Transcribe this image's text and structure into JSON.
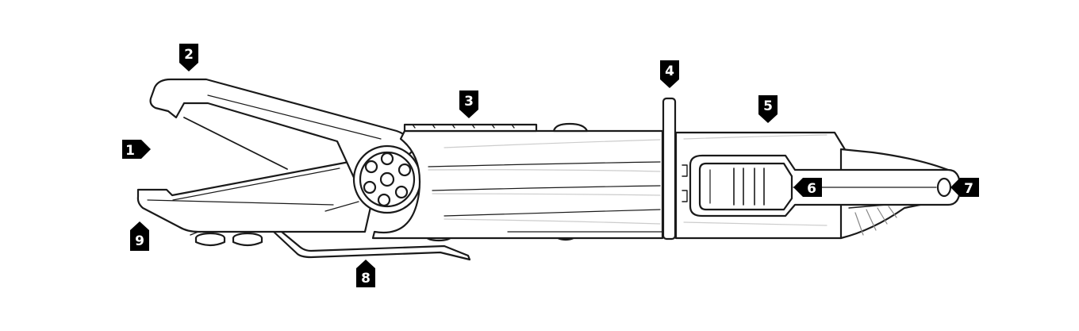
{
  "diagram": {
    "colors": {
      "line": "#1a1a1a",
      "fill": "#ffffff",
      "detail": "#cccccc",
      "badge": "#000000"
    },
    "callouts": [
      {
        "id": "1",
        "label": "1"
      },
      {
        "id": "2",
        "label": "2"
      },
      {
        "id": "3",
        "label": "3"
      },
      {
        "id": "4",
        "label": "4"
      },
      {
        "id": "5",
        "label": "5"
      },
      {
        "id": "6",
        "label": "6"
      },
      {
        "id": "7",
        "label": "7"
      },
      {
        "id": "8",
        "label": "8"
      },
      {
        "id": "9",
        "label": "9"
      }
    ]
  }
}
